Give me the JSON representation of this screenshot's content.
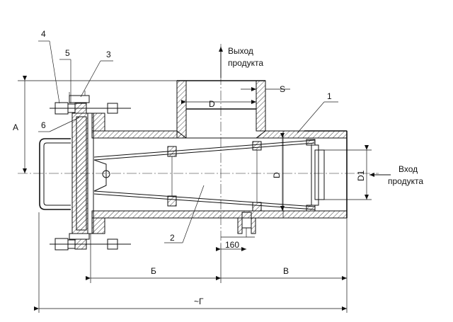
{
  "labels": {
    "outlet_line1": "Выход",
    "outlet_line2": "продукта",
    "inlet_line1": "Вход",
    "inlet_line2": "продукта",
    "dim_S": "S",
    "dim_D_top": "D",
    "dim_D_body": "D",
    "dim_D1": "D1",
    "dim_A": "А",
    "dim_B": "Б",
    "dim_V": "В",
    "dim_G": "~Г",
    "dim_160": "160"
  },
  "callouts": {
    "c1": "1",
    "c2": "2",
    "c3": "3",
    "c4": "4",
    "c5": "5",
    "c6": "6"
  },
  "colors": {
    "line": "#111111",
    "background": "#ffffff"
  }
}
